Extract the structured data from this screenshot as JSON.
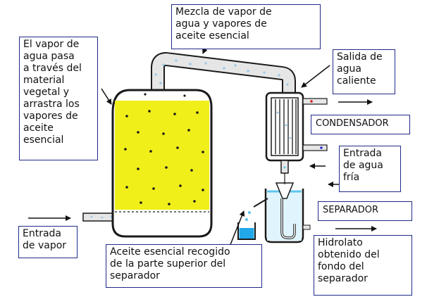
{
  "labels": {
    "mixture": "Mezcla de vapor de\nagua y vapores de\naceite esencial",
    "steam_passes": "El vapor de\nagua pasa\na través del\nmaterial\nvegetal y\narrastra los\nvapores de\naceite\nesencial",
    "hot_water_out": "Salida de\nagua\ncaliente",
    "condenser": "CONDENSADOR",
    "cold_water_in": "Entrada\nde agua\nfría",
    "separator": "SEPARADOR",
    "steam_in": "Entrada\nde vapor",
    "oil_collected": "Aceite esencial recogido\nde la parte superior del\nseparador",
    "hydrolate": "Hidrolato\nobtenido del\nfondo del\nseparador"
  },
  "colors": {
    "plant_material": "#f0ef1a",
    "outline": "#1a1a1a",
    "pipe_fill": "#e6e6e6",
    "label_border": "#1f2a8a",
    "vapor_dots": "#9ac9e8",
    "water": "#5ec4ec",
    "oil_collector_liquid": "#22a8e8",
    "valve_red": "#d11a1a"
  }
}
